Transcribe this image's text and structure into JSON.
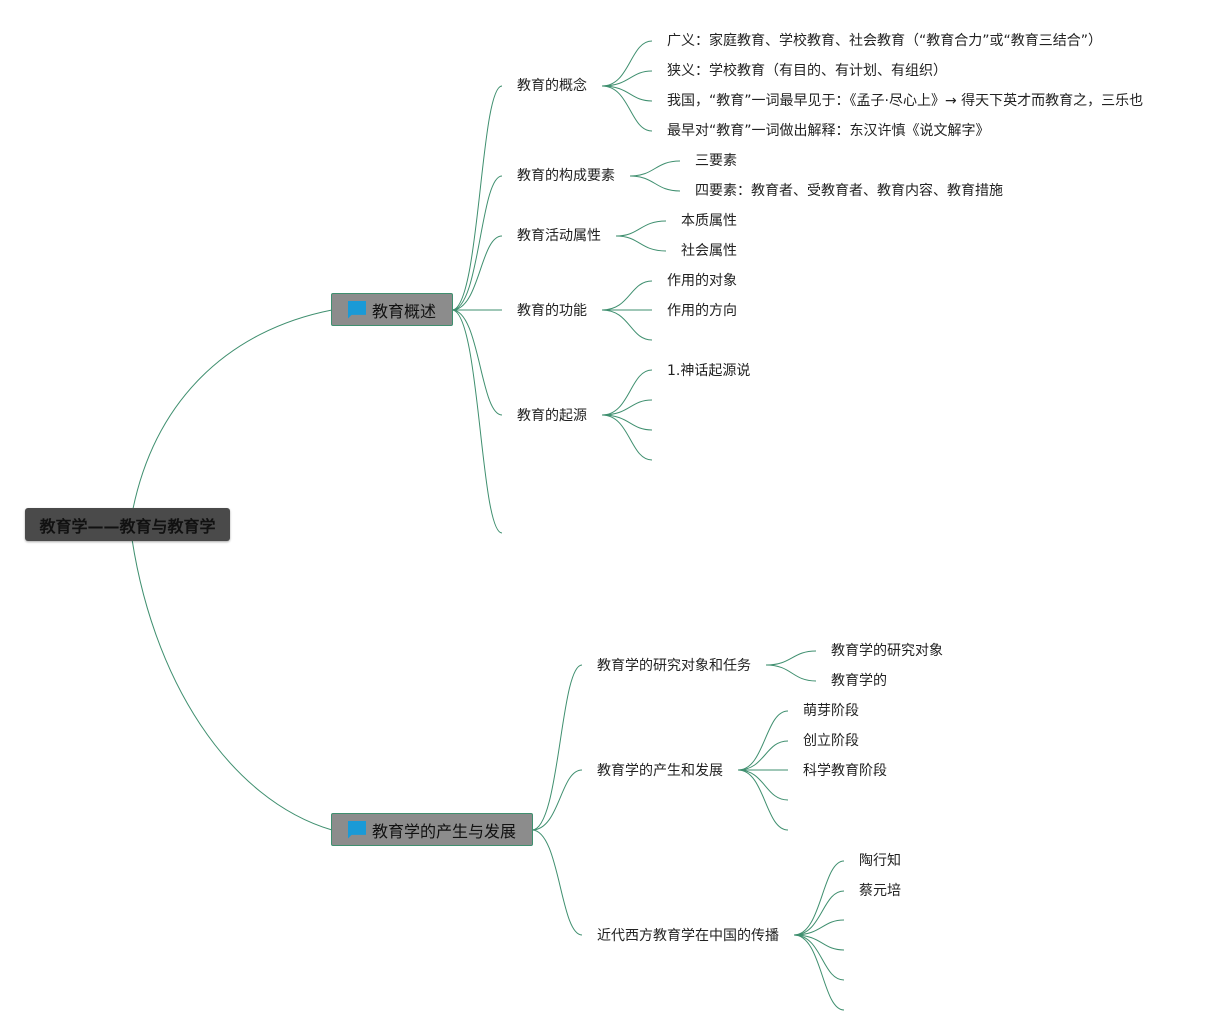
{
  "root": {
    "label": "教育学——教育与教育学"
  },
  "branch1": {
    "label": "教育概述",
    "topics": {
      "concept": {
        "label": "教育的概念",
        "items": [
          "广义：家庭教育、学校教育、社会教育（“教育合力”或“教育三结合”）",
          "狭义：学校教育（有目的、有计划、有组织）",
          "我国，“教育”一词最早见于：《孟子·尽心上》→ 得天下英才而教育之，三乐也",
          "最早对“教育”一词做出解释：东汉许慎《说文解字》"
        ]
      },
      "elements": {
        "label": "教育的构成要素",
        "items": [
          "三要素",
          "四要素：教育者、受教育者、教育内容、教育措施"
        ]
      },
      "attributes": {
        "label": "教育活动属性",
        "items": [
          "本质属性",
          "社会属性"
        ]
      },
      "functions": {
        "label": "教育的功能",
        "items": [
          "作用的对象",
          "作用的方向"
        ]
      },
      "origin": {
        "label": "教育的起源",
        "items": [
          "1.神话起源说"
        ]
      }
    }
  },
  "branch2": {
    "label": "教育学的产生与发展",
    "topics": {
      "research": {
        "label": "教育学的研究对象和任务",
        "items": [
          "教育学的研究对象",
          "教育学的"
        ]
      },
      "development": {
        "label": "教育学的产生和发展",
        "items": [
          "萌芽阶段",
          "创立阶段",
          "科学教育阶段"
        ]
      },
      "spread": {
        "label": "近代西方教育学在中国的传播",
        "items": [
          "陶行知",
          "蔡元培"
        ]
      }
    }
  },
  "colors": {
    "connector": "#3f8f6f",
    "root_bg": "#4a4a4a",
    "branch_bg": "#8c8c8c",
    "flag": "#1a9ad6"
  }
}
